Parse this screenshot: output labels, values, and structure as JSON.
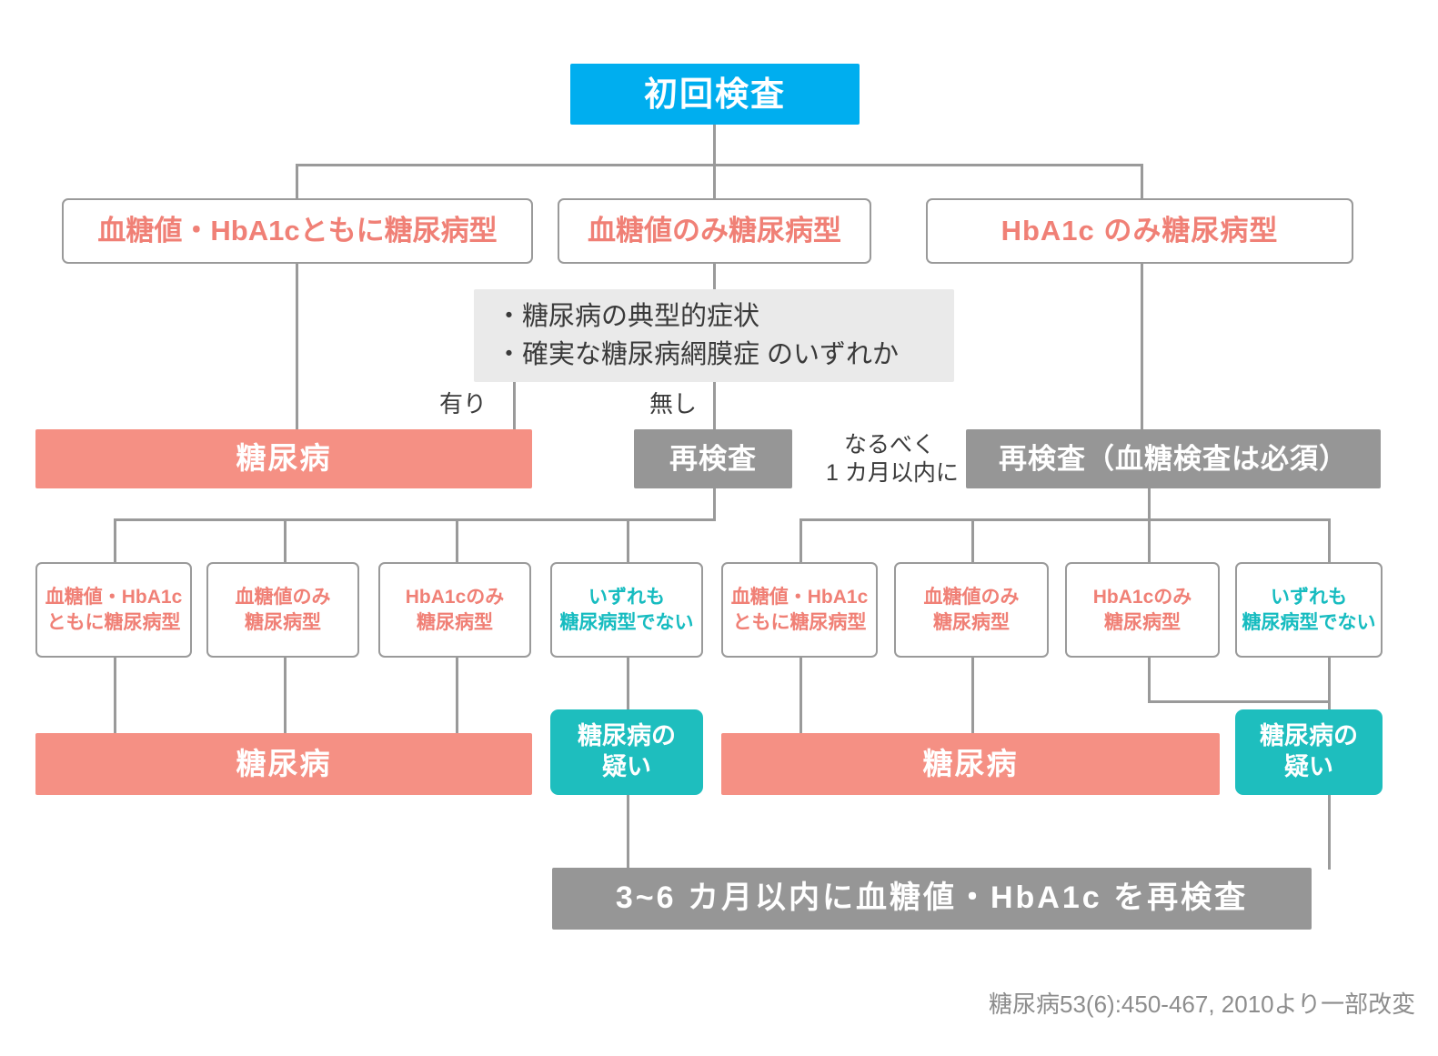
{
  "diagram": {
    "title_box": {
      "label": "初回検査",
      "color": "#00AEEF"
    },
    "row2": [
      {
        "label": "血糖値・HbA1cともに糖尿病型",
        "color": "#f08076"
      },
      {
        "label": "血糖値のみ糖尿病型",
        "color": "#f08076"
      },
      {
        "label": "HbA1c のみ糖尿病型",
        "color": "#f08076"
      }
    ],
    "criteria_box": {
      "line1": "・糖尿病の典型的症状",
      "line2": "・確実な糖尿病網膜症 のいずれか",
      "color": "#EAEAEA"
    },
    "edge_labels": {
      "has": "有り",
      "none": "無し",
      "within_month_l1": "なるべく",
      "within_month_l2": "1 カ月以内に"
    },
    "mid_row": {
      "diabetes_left": {
        "label": "糖尿病",
        "color": "#F59084"
      },
      "recheck_mid": {
        "label": "再検査",
        "color": "#969696"
      },
      "recheck_right": {
        "label": "再検査（血糖検査は必須）",
        "color": "#969696"
      }
    },
    "outcomes_left": [
      {
        "line1": "血糖値・HbA1c",
        "line2": "ともに糖尿病型",
        "color": "#f08076"
      },
      {
        "line1": "血糖値のみ",
        "line2": "糖尿病型",
        "color": "#f08076"
      },
      {
        "line1": "HbA1cのみ",
        "line2": "糖尿病型",
        "color": "#f08076"
      },
      {
        "line1": "いずれも",
        "line2": "糖尿病型でない",
        "color": "#17bcc0"
      }
    ],
    "outcomes_right": [
      {
        "line1": "血糖値・HbA1c",
        "line2": "ともに糖尿病型",
        "color": "#f08076"
      },
      {
        "line1": "血糖値のみ",
        "line2": "糖尿病型",
        "color": "#f08076"
      },
      {
        "line1": "HbA1cのみ",
        "line2": "糖尿病型",
        "color": "#f08076"
      },
      {
        "line1": "いずれも",
        "line2": "糖尿病型でない",
        "color": "#17bcc0"
      }
    ],
    "results": {
      "diabetes_left": {
        "label": "糖尿病",
        "color": "#F59084"
      },
      "suspect_left": {
        "line1": "糖尿病の",
        "line2": "疑い",
        "color": "#1EBEBE"
      },
      "diabetes_right": {
        "label": "糖尿病",
        "color": "#F59084"
      },
      "suspect_right": {
        "line1": "糖尿病の",
        "line2": "疑い",
        "color": "#1EBEBE"
      }
    },
    "footer_box": {
      "label": "3~6 カ月以内に血糖値・HbA1c を再検査",
      "color": "#969696"
    },
    "credit": "糖尿病53(6):450-467, 2010より一部改変"
  }
}
